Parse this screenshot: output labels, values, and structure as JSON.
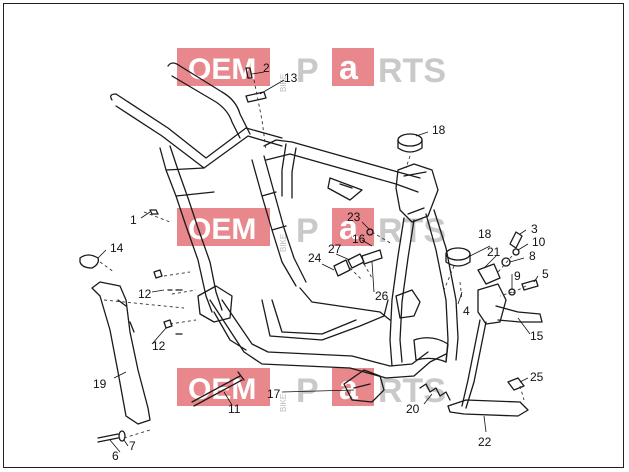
{
  "watermark": {
    "oem": "OEM",
    "bike": "BIKE",
    "p": "P",
    "a": "a",
    "rts": "RTS",
    "color": "#e8878c"
  },
  "callouts": {
    "c1": "1",
    "c2": "2",
    "c3": "3",
    "c4": "4",
    "c5": "5",
    "c6": "6",
    "c7": "7",
    "c8": "8",
    "c9": "9",
    "c10": "10",
    "c11": "11",
    "c12a": "12",
    "c12b": "12",
    "c13": "13",
    "c14": "14",
    "c15": "15",
    "c16": "16",
    "c17": "17",
    "c18a": "18",
    "c18b": "18",
    "c19": "19",
    "c20": "20",
    "c21": "21",
    "c22": "22",
    "c23": "23",
    "c24": "24",
    "c25": "25",
    "c26": "26",
    "c27": "27"
  }
}
